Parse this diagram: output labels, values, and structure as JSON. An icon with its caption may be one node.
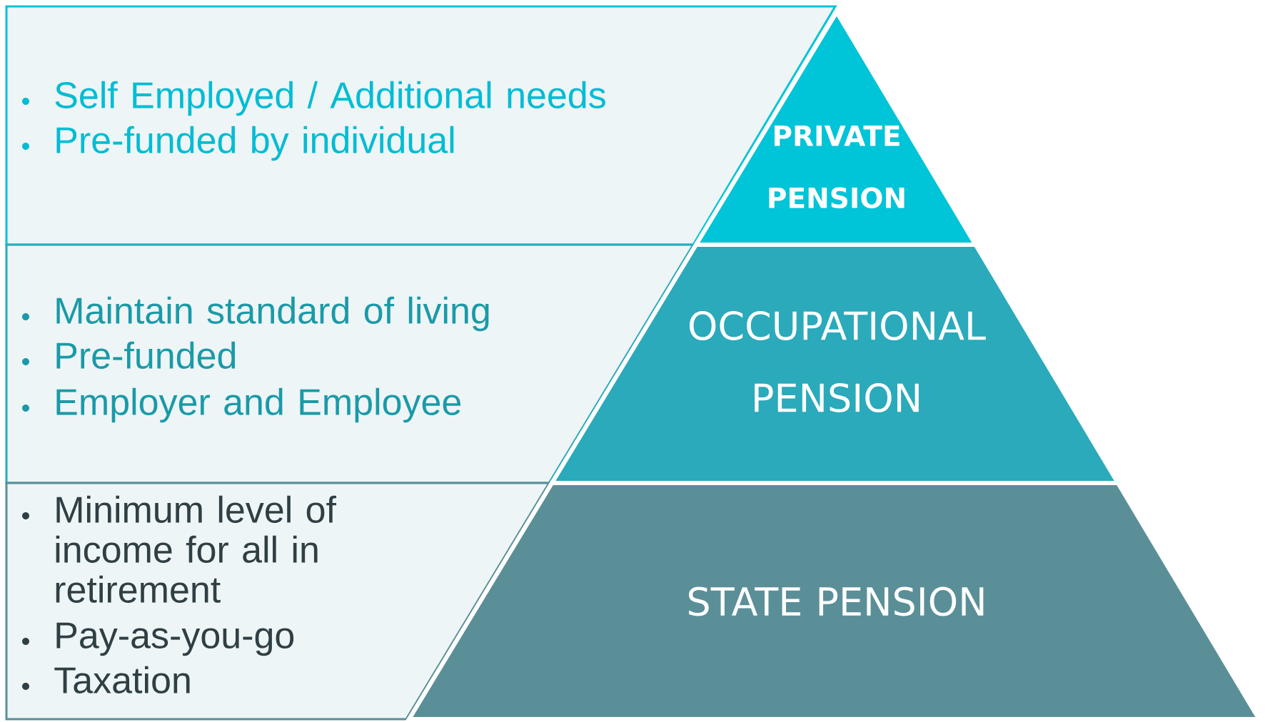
{
  "diagram": {
    "nodes": [
      {
        "text": [
          "Self Employed / Additional needs",
          "Pre-funded by individual"
        ]
      },
      {
        "text": [
          "PRIVATE PENSION"
        ]
      },
      {
        "text": [
          "Maintain standard of living",
          "Pre-funded",
          "Employer and Employee"
        ]
      },
      {
        "text": [
          "OCCUPATIONAL PENSION"
        ]
      },
      {
        "text": [
          "Minimum level of income for all in retirement",
          "Pay-as-you-go",
          "Taxation"
        ]
      },
      {
        "text": [
          "STATE PENSION"
        ]
      }
    ]
  }
}
